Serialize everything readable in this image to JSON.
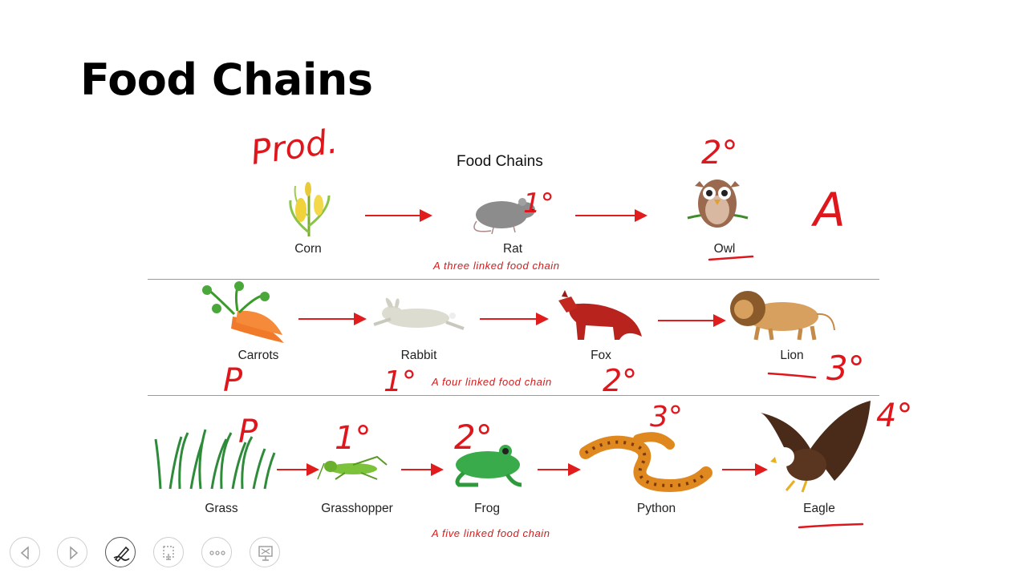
{
  "slide": {
    "title": "Food Chains",
    "diagram_title": "Food Chains"
  },
  "chains": [
    {
      "caption": "A three linked food chain",
      "organisms": [
        "Corn",
        "Rat",
        "Owl"
      ]
    },
    {
      "caption": "A four linked food chain",
      "organisms": [
        "Carrots",
        "Rabbit",
        "Fox",
        "Lion"
      ]
    },
    {
      "caption": "A five linked food chain",
      "organisms": [
        "Grass",
        "Grasshopper",
        "Frog",
        "Python",
        "Eagle"
      ]
    }
  ],
  "handwriting": {
    "producer": "Prod.",
    "p_row2": "P",
    "p_row3": "P",
    "primary_rat": "1°",
    "secondary_owl": "2°",
    "apex_owl": "A",
    "primary_rabbit": "1°",
    "secondary_fox": "2°",
    "tertiary_lion": "3°",
    "primary_grasshopper": "1°",
    "secondary_frog": "2°",
    "tertiary_python": "3°",
    "quaternary_eagle": "4°"
  },
  "controls": [
    {
      "icon": "previous-slide-icon"
    },
    {
      "icon": "next-slide-icon"
    },
    {
      "icon": "pen-tool-icon"
    },
    {
      "icon": "slide-overview-icon"
    },
    {
      "icon": "more-options-icon"
    },
    {
      "icon": "presenter-view-icon"
    }
  ],
  "colors": {
    "arrow": "#e11c1c",
    "ink": "#e0161d",
    "caption": "#d21b1b"
  }
}
